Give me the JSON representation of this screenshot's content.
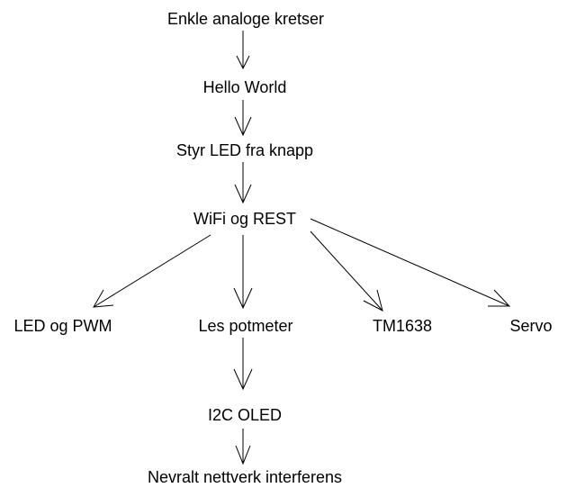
{
  "nodes": {
    "enkle": {
      "label": "Enkle analoge kretser"
    },
    "hello": {
      "label": "Hello World"
    },
    "styr": {
      "label": "Styr LED fra knapp"
    },
    "wifi": {
      "label": "WiFi og REST"
    },
    "led_pwm": {
      "label": "LED og PWM"
    },
    "potmeter": {
      "label": "Les potmeter"
    },
    "tm1638": {
      "label": "TM1638"
    },
    "servo": {
      "label": "Servo"
    },
    "oled": {
      "label": "I2C OLED"
    },
    "nevralt": {
      "label": "Nevralt nettverk interferens"
    }
  },
  "edges": [
    {
      "from": "enkle",
      "to": "hello"
    },
    {
      "from": "hello",
      "to": "styr"
    },
    {
      "from": "styr",
      "to": "wifi"
    },
    {
      "from": "wifi",
      "to": "led_pwm"
    },
    {
      "from": "wifi",
      "to": "potmeter"
    },
    {
      "from": "wifi",
      "to": "tm1638"
    },
    {
      "from": "wifi",
      "to": "servo"
    },
    {
      "from": "potmeter",
      "to": "oled"
    },
    {
      "from": "oled",
      "to": "nevralt"
    }
  ]
}
